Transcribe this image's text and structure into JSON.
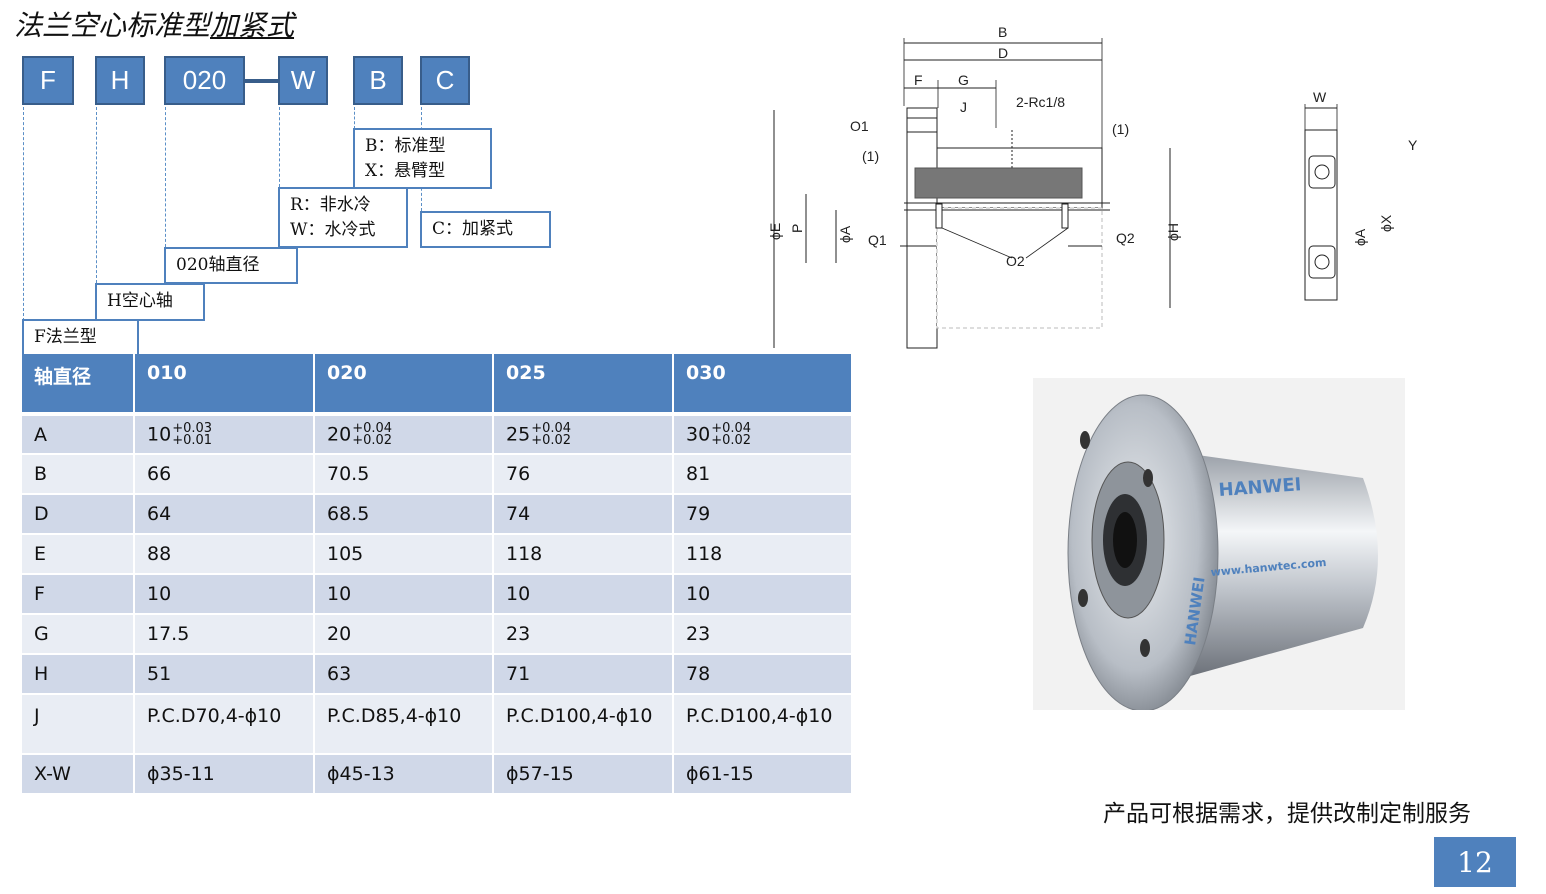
{
  "title": {
    "part1": "法兰空心标准型",
    "part2": "加紧式"
  },
  "code": [
    "F",
    "H",
    "020",
    "W",
    "B",
    "C"
  ],
  "labels": {
    "f": "F法兰型",
    "h": "H空心轴",
    "shaft": "020轴直径",
    "cooling": [
      "R：非水冷",
      "W：水冷式"
    ],
    "mount": [
      "B：标准型",
      "X：悬臂型"
    ],
    "clamp": "C：加紧式"
  },
  "table": {
    "headers": [
      "轴直径",
      "010",
      "020",
      "025",
      "030"
    ],
    "rowA": {
      "label": "A",
      "cells": [
        {
          "base": "10",
          "upper": "+0.03",
          "lower": "+0.01"
        },
        {
          "base": "20",
          "upper": "+0.04",
          "lower": "+0.02"
        },
        {
          "base": "25",
          "upper": "+0.04",
          "lower": "+0.02"
        },
        {
          "base": "30",
          "upper": "+0.04",
          "lower": "+0.02"
        }
      ]
    },
    "rows": [
      [
        "B",
        "66",
        "70.5",
        "76",
        "81"
      ],
      [
        "D",
        "64",
        "68.5",
        "74",
        "79"
      ],
      [
        "E",
        "88",
        "105",
        "118",
        "118"
      ],
      [
        "F",
        "10",
        "10",
        "10",
        "10"
      ],
      [
        "G",
        "17.5",
        "20",
        "23",
        "23"
      ],
      [
        "H",
        "51",
        "63",
        "71",
        "78"
      ],
      [
        "J",
        "P.C.D70,4-ϕ10",
        "P.C.D85,4-ϕ10",
        "P.C.D100,4-ϕ10",
        "P.C.D100,4-ϕ10"
      ],
      [
        "X-W",
        "ϕ35-11",
        "ϕ45-13",
        "ϕ57-15",
        "ϕ61-15"
      ]
    ]
  },
  "drawing": {
    "B": "B",
    "D": "D",
    "F": "F",
    "G": "G",
    "J": "J",
    "rc": "2-Rc1/8",
    "o1": "O1",
    "o2": "O2",
    "one": "(1)",
    "phiE": "ϕE",
    "P": "P",
    "phiA": "ϕA",
    "Q1": "Q1",
    "Q2": "Q2",
    "phiH": "ϕH"
  },
  "drawing2": {
    "W": "W",
    "Y": "Y",
    "phiA": "ϕA",
    "phiX": "ϕX"
  },
  "photo": {
    "brand": "HANWEI",
    "url": "www.hanwtec.com"
  },
  "colors": {
    "accent": "#4f81bd",
    "accent_dark": "#385d8a",
    "row_odd": "#d0d8e8",
    "row_even": "#e9edf4"
  },
  "footer": "产品可根据需求，提供改制定制服务",
  "page": "12"
}
